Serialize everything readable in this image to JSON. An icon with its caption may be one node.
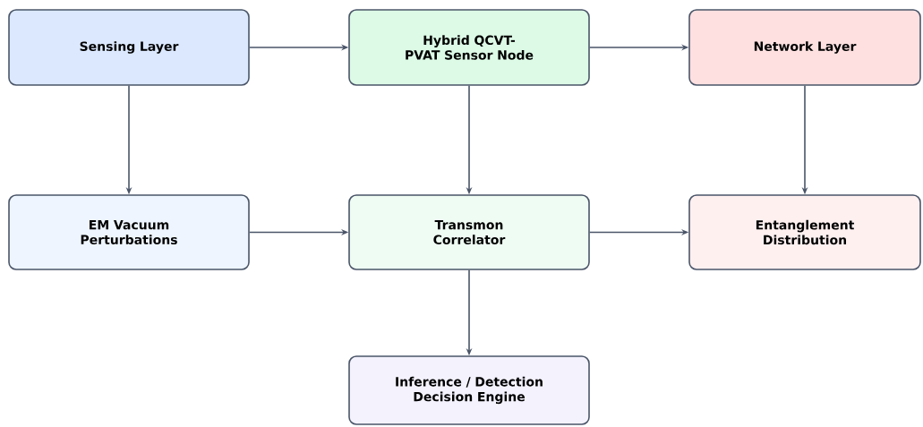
{
  "diagram": {
    "nodes": [
      {
        "text": [
          "Sensing Layer"
        ]
      },
      {
        "text": [
          "Hybrid QCVT-PVAT Sensor Node"
        ]
      },
      {
        "text": [
          "Network Layer"
        ]
      },
      {
        "text": [
          "EM Vacuum Perturbations"
        ]
      },
      {
        "text": [
          "Transmon Correlator"
        ]
      },
      {
        "text": [
          "Entanglement Distribution"
        ]
      },
      {
        "text": [
          "Inference / Detection Decision Engine"
        ]
      }
    ],
    "edges": [
      {
        "from": 0,
        "to": 1,
        "arrow": "to"
      },
      {
        "from": 1,
        "to": 2,
        "arrow": "to"
      },
      {
        "from": 0,
        "to": 3,
        "arrow": "to"
      },
      {
        "from": 1,
        "to": 4,
        "arrow": "to"
      },
      {
        "from": 2,
        "to": 5,
        "arrow": "to"
      },
      {
        "from": 3,
        "to": 4,
        "arrow": "to"
      },
      {
        "from": 4,
        "to": 5,
        "arrow": "to"
      },
      {
        "from": 4,
        "to": 6,
        "arrow": "to"
      }
    ]
  }
}
